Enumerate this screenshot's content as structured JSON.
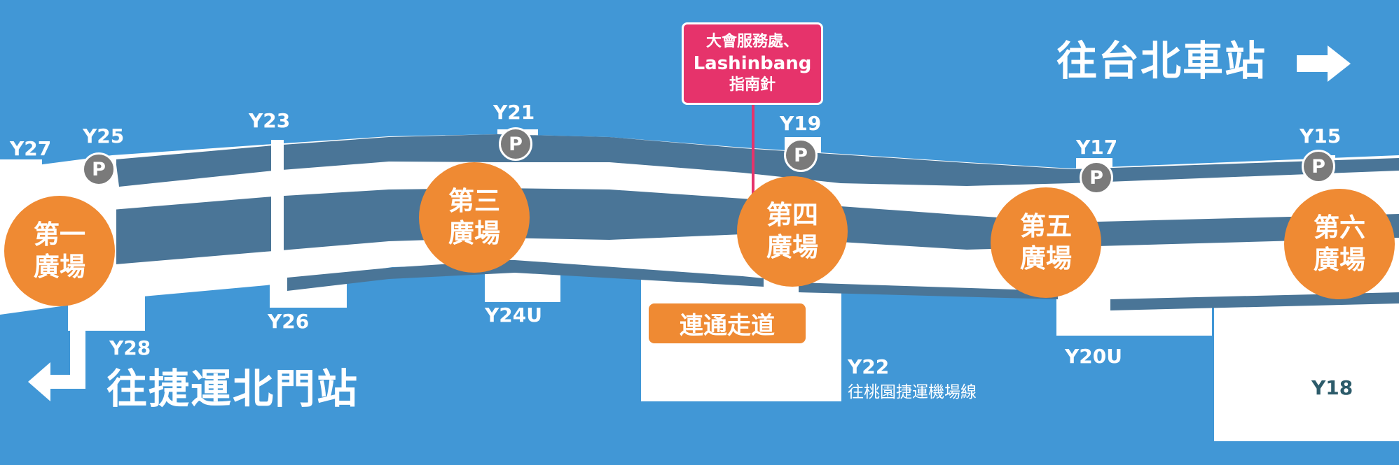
{
  "colors": {
    "water": "#4197d6",
    "walkway": "#ffffff",
    "road": "#4a7597",
    "plaza": "#ef8a33",
    "parking": "#7a7a7a",
    "callout": "#e6336b"
  },
  "destinations": {
    "taipei_main": "往台北車站",
    "north_gate": "往捷運北門站"
  },
  "plazas": [
    {
      "line1": "第一",
      "line2": "廣場"
    },
    {
      "line1": "第三",
      "line2": "廣場"
    },
    {
      "line1": "第四",
      "line2": "廣場"
    },
    {
      "line1": "第五",
      "line2": "廣場"
    },
    {
      "line1": "第六",
      "line2": "廣場"
    }
  ],
  "exits": {
    "y15": "Y15",
    "y17": "Y17",
    "y18": "Y18",
    "y19": "Y19",
    "y20u": "Y20U",
    "y21": "Y21",
    "y22": "Y22",
    "y23": "Y23",
    "y24u": "Y24U",
    "y25": "Y25",
    "y26": "Y26",
    "y27": "Y27",
    "y28": "Y28"
  },
  "y22_note": "往桃園捷運機場線",
  "parking_symbol": "P",
  "corridor_label": "連通走道",
  "callout": {
    "line1": "大會服務處、",
    "line2": "Lashinbang",
    "line3": "指南針"
  },
  "arrows": {
    "right": "arrow-right-icon",
    "down_left": "arrow-down-left-icon"
  }
}
